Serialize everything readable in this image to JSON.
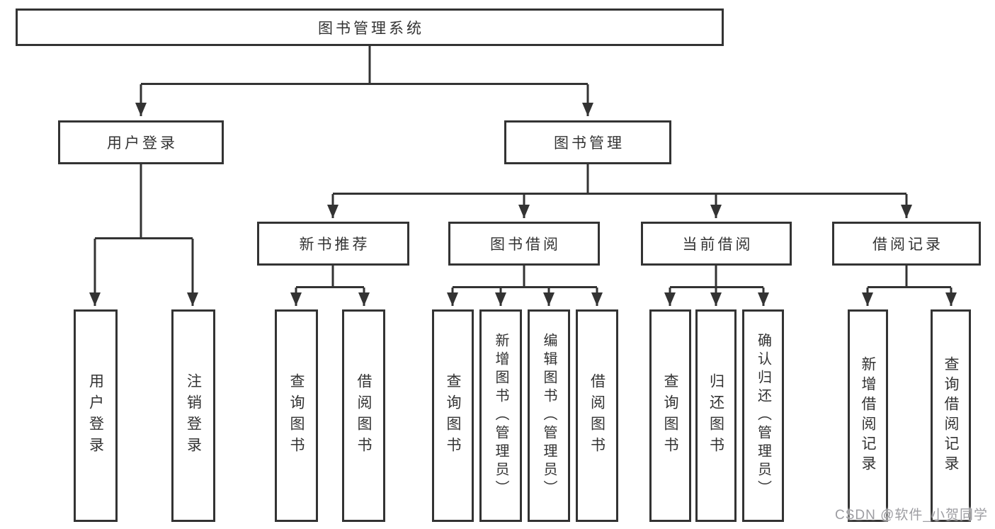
{
  "diagram": {
    "root": {
      "label": "图书管理系统"
    },
    "level2": {
      "user_login": {
        "label": "用户登录"
      },
      "book_mgmt": {
        "label": "图书管理"
      }
    },
    "level3": {
      "new_book_rec": {
        "label": "新书推荐"
      },
      "book_borrow": {
        "label": "图书借阅"
      },
      "current_borrow": {
        "label": "当前借阅"
      },
      "borrow_records": {
        "label": "借阅记录"
      }
    },
    "leaves": {
      "user_login": {
        "label": "用户登录"
      },
      "logout": {
        "label": "注销登录"
      },
      "query_books_rec": {
        "label": "查询图书"
      },
      "borrow_books_rec": {
        "label": "借阅图书"
      },
      "query_books_borrow": {
        "label": "查询图书"
      },
      "add_books_admin": {
        "label": "新增图书（管理员）"
      },
      "edit_books_admin": {
        "label": "编辑图书（管理员）"
      },
      "borrow_books_borrow": {
        "label": "借阅图书"
      },
      "query_books_current": {
        "label": "查询图书"
      },
      "return_books": {
        "label": "归还图书"
      },
      "confirm_return_admin": {
        "label": "确认归还（管理员）"
      },
      "add_borrow_record": {
        "label": "新增借阅记录"
      },
      "query_borrow_record": {
        "label": "查询借阅记录"
      }
    }
  },
  "watermark": {
    "text": "CSDN @软件_小贺同学",
    "color": "#9d9da2"
  },
  "colors": {
    "background": "#ffffff",
    "line": "#333333",
    "box_border": "#333333",
    "text": "#333333"
  }
}
